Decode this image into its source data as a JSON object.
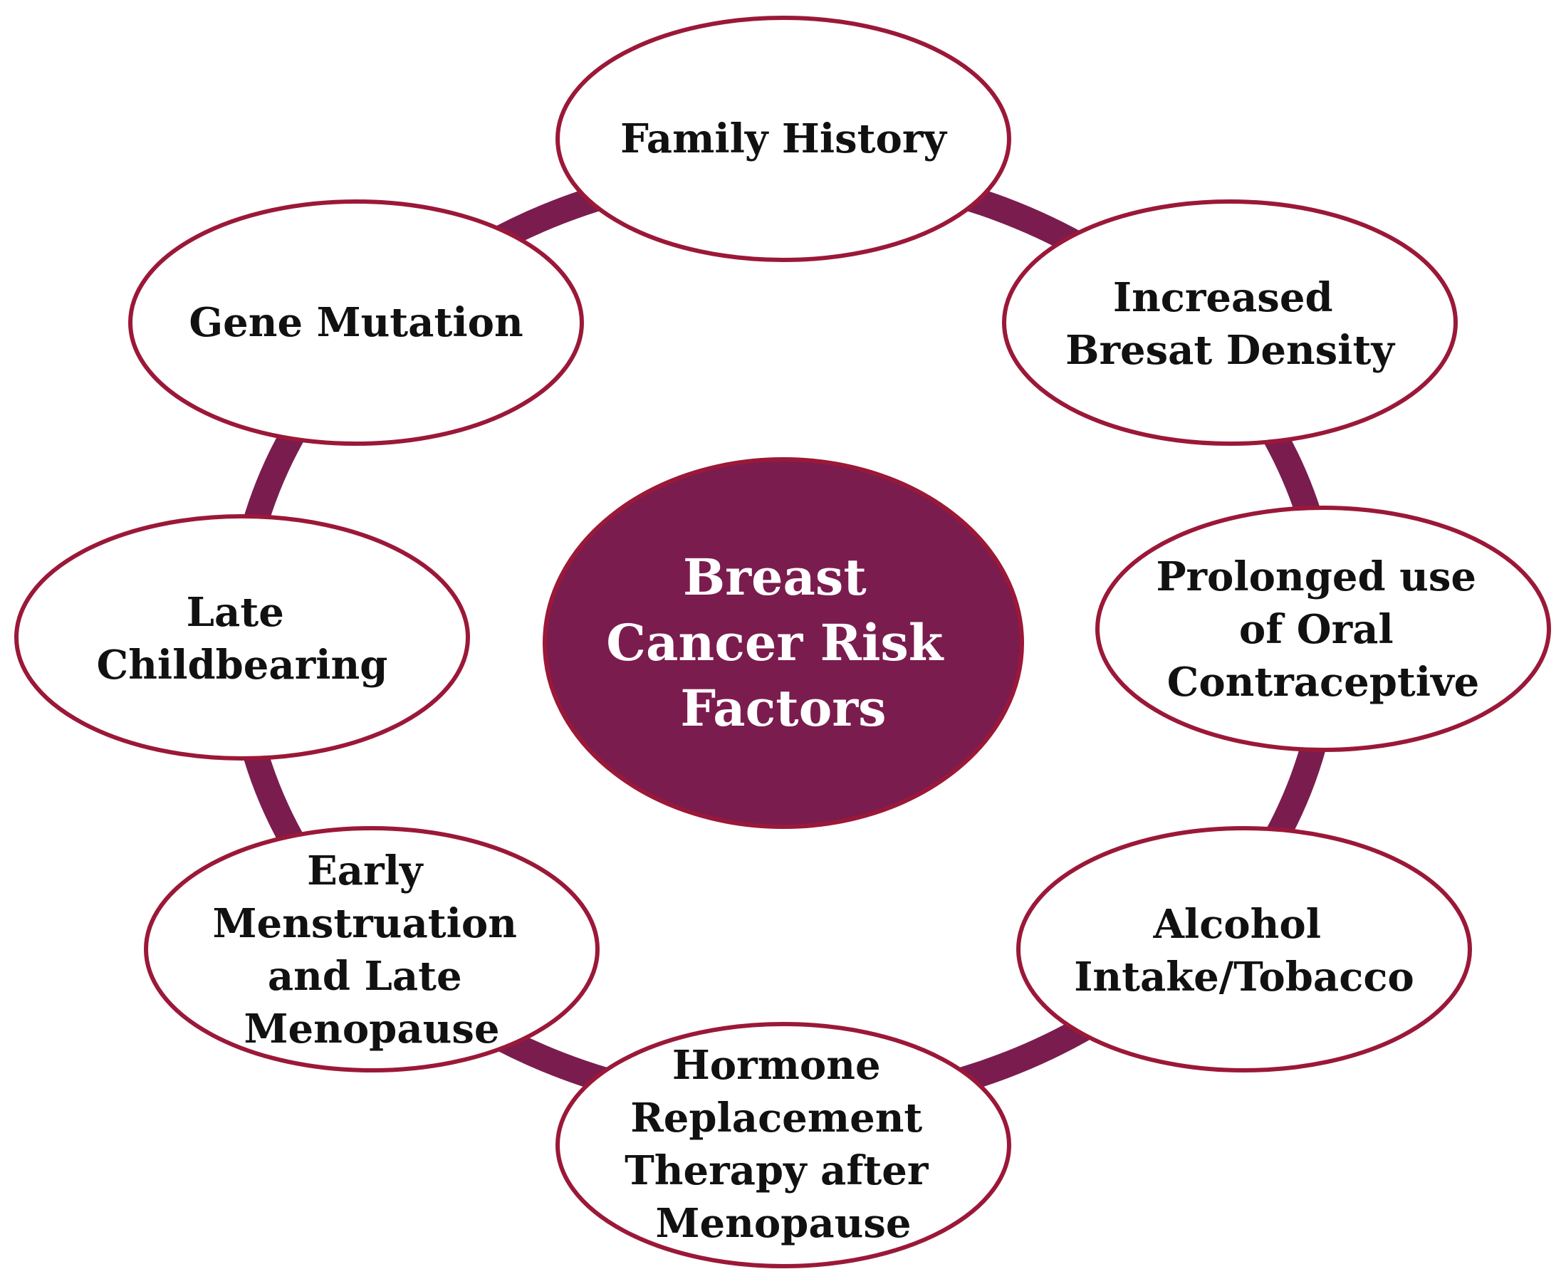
{
  "center": {
    "lines": [
      "Breast",
      "Cancer Risk",
      "Factors"
    ]
  },
  "factors": [
    {
      "id": "family-history",
      "lines": [
        "Family History"
      ]
    },
    {
      "id": "increased-breast-density",
      "lines": [
        "Increased",
        "Bresat Density"
      ]
    },
    {
      "id": "oral-contraceptive",
      "lines": [
        "Prolonged use",
        "of Oral",
        "Contraceptive"
      ]
    },
    {
      "id": "alcohol-tobacco",
      "lines": [
        "Alcohol",
        "Intake/Tobacco"
      ]
    },
    {
      "id": "hormone-replacement",
      "lines": [
        "Hormone",
        "Replacement",
        "Therapy after",
        "Menopause"
      ]
    },
    {
      "id": "early-menstruation",
      "lines": [
        "Early",
        "Menstruation",
        "and Late",
        "Menopause"
      ]
    },
    {
      "id": "late-childbearing",
      "lines": [
        "Late",
        "Childbearing"
      ]
    },
    {
      "id": "gene-mutation",
      "lines": [
        "Gene Mutation"
      ]
    }
  ],
  "colors": {
    "ring": "#7b1c4e",
    "center_fill": "#7b1c4e",
    "node_stroke": "#9b1838"
  }
}
